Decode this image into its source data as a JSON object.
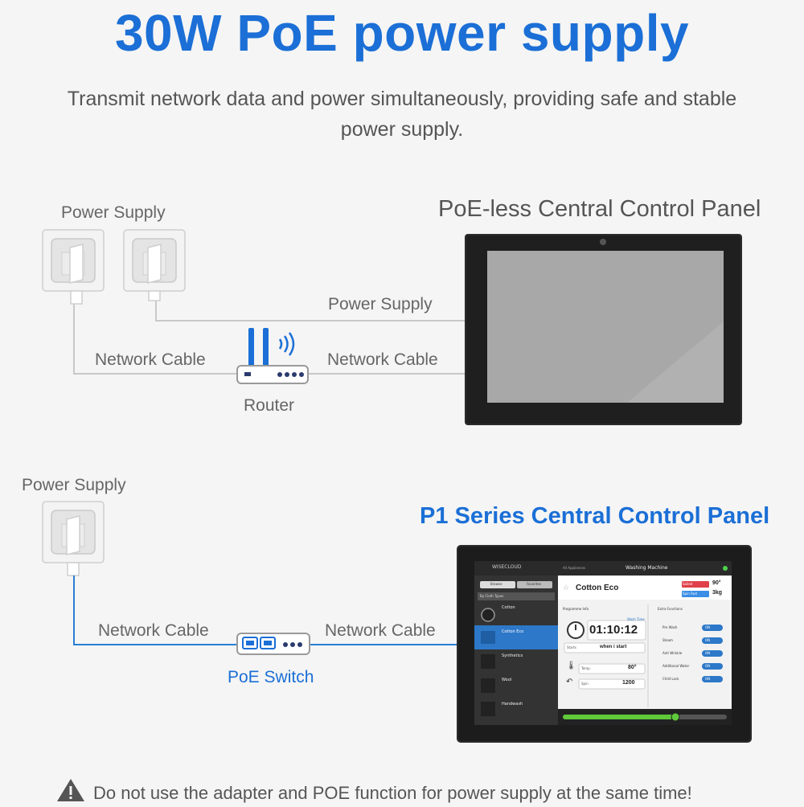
{
  "title": "30W PoE power supply",
  "subtitle": "Transmit network data and power simultaneously, providing safe and stable power supply.",
  "top_diagram": {
    "power_supply_label": "Power Supply",
    "panel_title": "PoE-less Central Control Panel",
    "line_power_label": "Power Supply",
    "left_cable_label": "Network Cable",
    "right_cable_label": "Network Cable",
    "device_label": "Router"
  },
  "bottom_diagram": {
    "power_supply_label": "Power Supply",
    "panel_title": "P1 Series Central Control Panel",
    "left_cable_label": "Network Cable",
    "right_cable_label": "Network Cable",
    "device_label": "PoE Switch"
  },
  "screen_ui": {
    "brand": "WISECLOUD",
    "nav": "All Appliances",
    "appliance": "Washing Machine",
    "tab_browse": "Browse",
    "tab_favorites": "Favorites",
    "filter": "By Cloth Types",
    "programs": [
      "Cotton",
      "Cotton Eco",
      "Synthetics",
      "Wool",
      "Handwash"
    ],
    "selected_program": "Cotton Eco",
    "programme_info_label": "Programme Info",
    "wash_time_label": "Wash Time",
    "wash_time": "01:10:12",
    "starts_label": "Starts",
    "starts_value": "when i start",
    "temp_label": "Temp.",
    "temp_value": "80°",
    "spin_label": "Spin",
    "spin_value": "1200",
    "extra_functions_label": "Extra Functions",
    "extra_functions": [
      "Pre Wash",
      "Steam",
      "Anti Wrinkle",
      "Additional Water",
      "Child Lock"
    ],
    "toggle_label": "ON",
    "soiled_label": "Soiled",
    "soiled_value": "90°",
    "spin_fast_label": "Spin Fast",
    "load_value": "3kg"
  },
  "warning": "Do not use the adapter and POE function for power supply at the same time!",
  "colors": {
    "accent": "#1b6fd6",
    "line_gray": "#c8c8c8",
    "line_blue": "#2a7fd4"
  }
}
